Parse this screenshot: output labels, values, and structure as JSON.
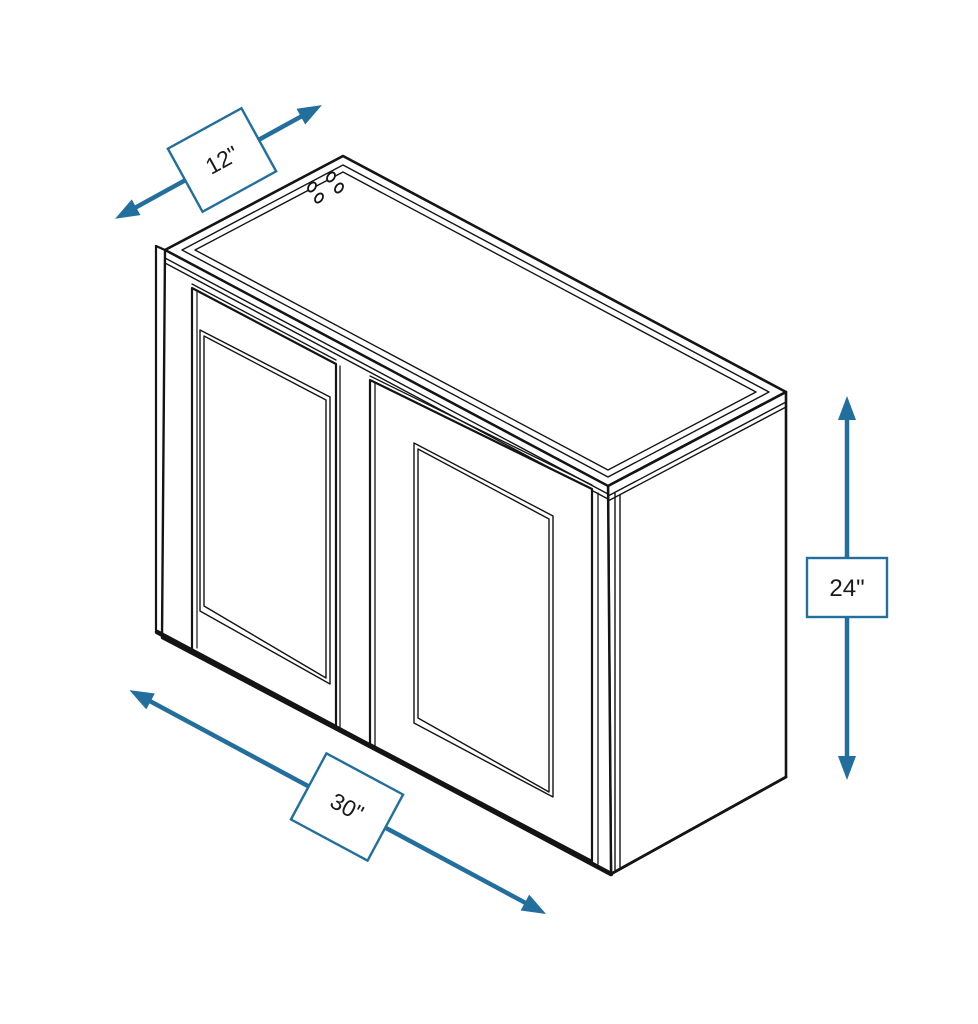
{
  "dimensions": {
    "depth": {
      "label": "12\"",
      "value": 12,
      "unit": "in"
    },
    "width": {
      "label": "30\"",
      "value": 30,
      "unit": "in"
    },
    "height": {
      "label": "24\"",
      "value": 24,
      "unit": "in"
    }
  },
  "colors": {
    "dimension_blue": "#226e9c",
    "line_black": "#141414",
    "background": "#ffffff"
  }
}
